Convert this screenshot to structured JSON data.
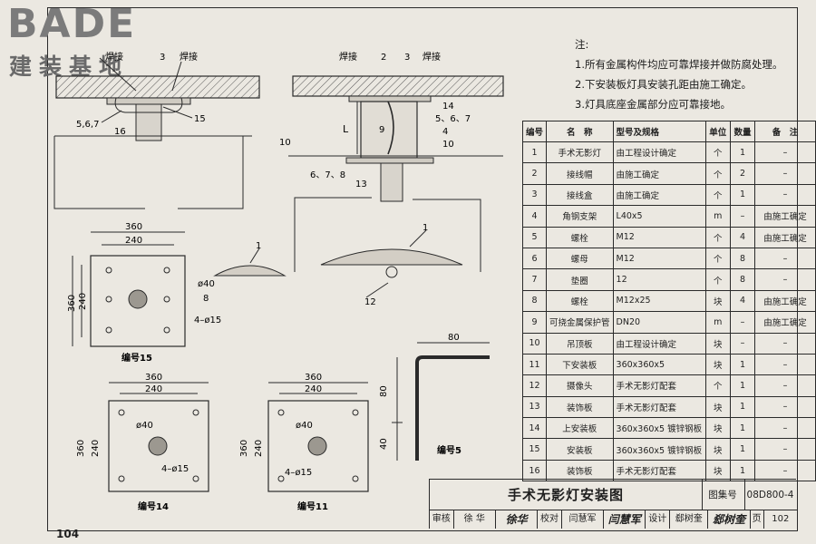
{
  "logo": {
    "word": "BADE",
    "cn": "建装基地"
  },
  "notes": {
    "heading": "注:",
    "items": [
      "1.所有金属构件均应可靠焊接并做防腐处理。",
      "2.下安装板灯具安装孔距由施工确定。",
      "3.灯具底座金属部分应可靠接地。"
    ]
  },
  "table": {
    "headers": [
      "编号",
      "名　称",
      "型号及规格",
      "单位",
      "数量",
      "备　注"
    ],
    "rows": [
      [
        "1",
        "手术无影灯",
        "由工程设计确定",
        "个",
        "1",
        "–"
      ],
      [
        "2",
        "接线帽",
        "由施工确定",
        "个",
        "2",
        "–"
      ],
      [
        "3",
        "接线盒",
        "由施工确定",
        "个",
        "1",
        "–"
      ],
      [
        "4",
        "角钢支架",
        "L40x5",
        "m",
        "–",
        "由施工确定"
      ],
      [
        "5",
        "螺栓",
        "M12",
        "个",
        "4",
        "由施工确定"
      ],
      [
        "6",
        "螺母",
        "M12",
        "个",
        "8",
        "–"
      ],
      [
        "7",
        "垫圈",
        "12",
        "个",
        "8",
        "–"
      ],
      [
        "8",
        "螺栓",
        "M12x25",
        "块",
        "4",
        "由施工确定"
      ],
      [
        "9",
        "可挠金属保护管",
        "DN20",
        "m",
        "–",
        "由施工确定"
      ],
      [
        "10",
        "吊顶板",
        "由工程设计确定",
        "块",
        "–",
        "–"
      ],
      [
        "11",
        "下安装板",
        "360x360x5",
        "块",
        "1",
        "–"
      ],
      [
        "12",
        "摄像头",
        "手术无影灯配套",
        "个",
        "1",
        "–"
      ],
      [
        "13",
        "装饰板",
        "手术无影灯配套",
        "块",
        "1",
        "–"
      ],
      [
        "14",
        "上安装板",
        "360x360x5 镀锌钢板",
        "块",
        "1",
        "–"
      ],
      [
        "15",
        "安装板",
        "360x360x5 镀锌钢板",
        "块",
        "1",
        "–"
      ],
      [
        "16",
        "装饰板",
        "手术无影灯配套",
        "块",
        "1",
        "–"
      ]
    ]
  },
  "title_block": {
    "title": "手术无影灯安装图",
    "atlas_label": "图集号",
    "atlas_no": "08D800-4",
    "review_label": "审核",
    "review_name": "徐 华",
    "check_label": "校对",
    "check_name": "闫慧军",
    "design_label": "设计",
    "design_name": "郄树奎",
    "page_label": "页",
    "page_no": "102"
  },
  "page_number": "104",
  "labels": {
    "weld": "焊接",
    "plate15": "编号15",
    "plate14": "编号14",
    "plate11": "编号11",
    "plate5": "编号5",
    "dim360": "360",
    "dim240": "240",
    "dim80": "80",
    "dim40": "40",
    "hole40": "ø40",
    "holes15": "4–ø15",
    "L": "L",
    "c1": "1",
    "c2": "2",
    "c3": "3",
    "c4": "4",
    "c5": "5",
    "c8": "8",
    "c9": "9",
    "c10": "10",
    "c12": "12",
    "c13": "13",
    "c14": "14",
    "c15": "15",
    "c16": "16",
    "c567": "5,6,7",
    "c5_67": "5、6、7",
    "c678": "6、7、8"
  },
  "colors": {
    "ink": "#2a2a2a",
    "paper": "#ebe8e1",
    "hatch": "#555555"
  }
}
